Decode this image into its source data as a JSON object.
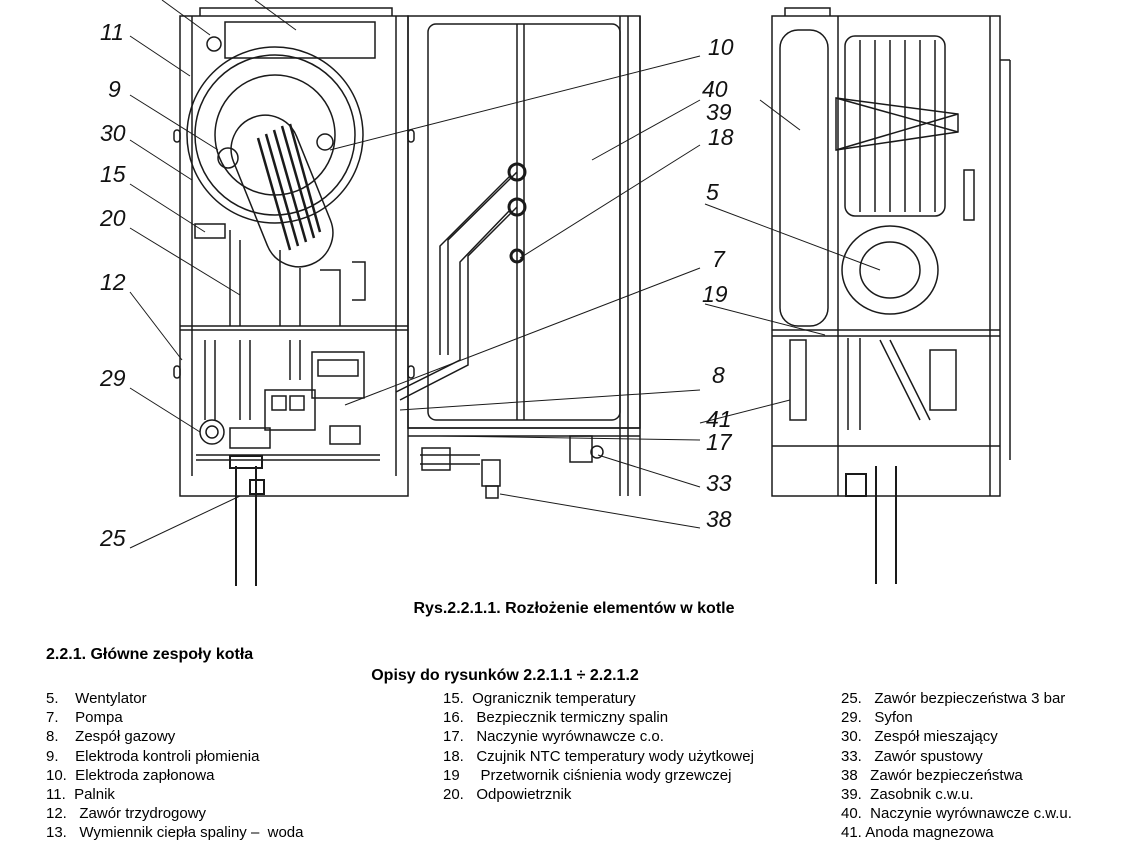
{
  "drawing": {
    "callouts": {
      "n11": "11",
      "n9": "9",
      "n30": "30",
      "n15": "15",
      "n20": "20",
      "n12": "12",
      "n29": "29",
      "n25": "25",
      "n10": "10",
      "n40": "40",
      "n39": "39",
      "n18": "18",
      "n5": "5",
      "n7": "7",
      "n19": "19",
      "n8": "8",
      "n41": "41",
      "n17": "17",
      "n33": "33",
      "n38": "38"
    }
  },
  "caption": "Rys.2.2.1.1. Rozłożenie elementów w kotle",
  "section_heading": "2.2.1. Główne zespoły kotła",
  "subheading": "Opisy do rysunków 2.2.1.1  ÷  2.2.1.2",
  "legend": {
    "col1": [
      "5.    Wentylator",
      "7.    Pompa",
      "8.    Zespół gazowy",
      "9.    Elektroda kontroli płomienia",
      "10.  Elektroda zapłonowa",
      "11.  Palnik",
      "12.   Zawór trzydrogowy",
      "13.   Wymiennik ciepła spaliny –  woda"
    ],
    "col2": [
      "15.  Ogranicznik temperatury",
      "16.   Bezpiecznik termiczny spalin",
      "17.   Naczynie wyrównawcze c.o.",
      "18.   Czujnik NTC temperatury wody użytkowej",
      "19     Przetwornik ciśnienia wody grzewczej",
      "20.   Odpowietrznik"
    ],
    "col3": [
      "25.   Zawór bezpieczeństwa 3 bar",
      "29.   Syfon",
      "30.   Zespół mieszający",
      "33.   Zawór spustowy",
      "38   Zawór bezpieczeństwa",
      "39.  Zasobnik c.w.u.",
      "40.  Naczynie wyrównawcze c.w.u.",
      "41. Anoda magnezowa"
    ]
  }
}
